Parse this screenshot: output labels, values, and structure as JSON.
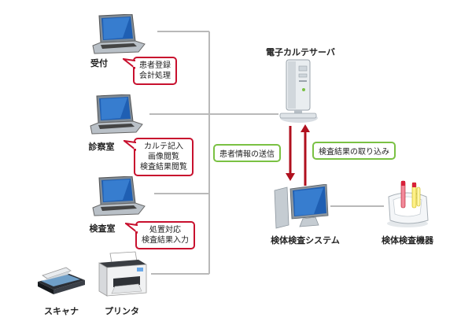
{
  "devices": {
    "reception": {
      "label": "受付",
      "note": [
        "患者登録",
        "会計処理"
      ]
    },
    "exam_room": {
      "label": "診察室",
      "note": [
        "カルテ記入",
        "画像閲覧",
        "検査結果閲覧"
      ]
    },
    "test_room": {
      "label": "検査室",
      "note": [
        "処置対応",
        "検査結果入力"
      ]
    },
    "scanner": {
      "label": "スキャナ"
    },
    "printer": {
      "label": "プリンタ"
    },
    "server": {
      "label": "電子カルテサーバ"
    },
    "lab_system": {
      "label": "検体検査システム"
    },
    "lab_equipment": {
      "label": "検体検査機器"
    }
  },
  "flows": {
    "to_lab": "患者情報の送信",
    "from_lab": "検査結果の取り込み"
  },
  "colors": {
    "callout_border": "#c8102e",
    "tag_border": "#7ac143",
    "arrow": "#b0101e",
    "wire": "#b9b9b9"
  }
}
